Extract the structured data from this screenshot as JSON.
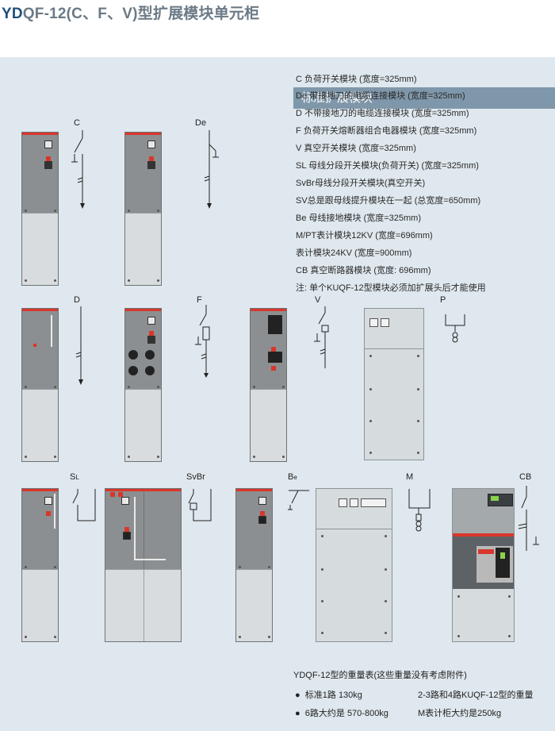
{
  "title": {
    "brand": "YD",
    "rest": "QF-12(C、F、V)型扩展模块单元柜"
  },
  "section_head": "标准扩展模块",
  "specs": [
    "C    负荷开关模块    (宽度=325mm)",
    "De  带接地刀的电缆连接模块    (宽度=325mm)",
    "D    不带接地刀的电缆连接模块    (宽度=325mm)",
    "F    负荷开关熔断器组合电器模块  (宽度=325mm)",
    "V    真空开关模块    (宽度=325mm)",
    "SL  母线分段开关模块(负荷开关)    (宽度=325mm)",
    "SvBr母线分段开关模块(真空开关)",
    "        SV总是跟母线提升模块在一起  (总宽度=650mm)",
    "Be  母线接地模块    (宽度=325mm)",
    "M/PT表计模块12KV    (宽度=696mm)",
    "    表计模块24KV    (宽度=900mm)",
    "CB  真空断路器模块    (宽度:  696mm)",
    "注:  单个KUQF-12型模块必须加扩展头后才能使用"
  ],
  "labels": {
    "C": "C",
    "De": "De",
    "D": "D",
    "F": "F",
    "V": "V",
    "P": "P",
    "SL_main": "S",
    "SL_sub": "L",
    "SvBr": "SvBr",
    "Be_main": "B",
    "Be_sub": "e",
    "M": "M",
    "CB": "CB"
  },
  "weights": {
    "title": "YDQF-12型的重量表(这些重量没有考虑附件)",
    "row1_left": "标准1路     130kg",
    "row1_right": "2-3路和4路KUQF-12型的重量",
    "row2_left": "6路大约是  570-800kg",
    "row2_right": "M表计柜大约是250kg"
  }
}
